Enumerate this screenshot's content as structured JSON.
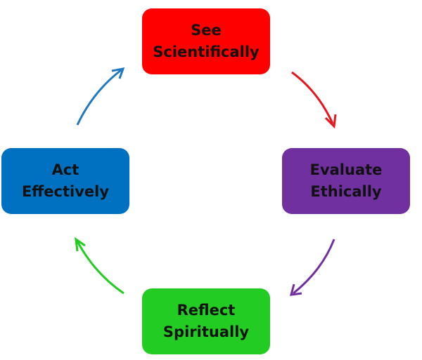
{
  "nodes": [
    {
      "id": "top",
      "label": "See\nScientifically",
      "color": "#ff0000"
    },
    {
      "id": "right",
      "label": "Evaluate\nEthically",
      "color": "#7030a0"
    },
    {
      "id": "bottom",
      "label": "Reflect\nSpiritually",
      "color": "#22cc22"
    },
    {
      "id": "left",
      "label": "Act\nEffectively",
      "color": "#0070c0"
    }
  ],
  "arrows": [
    {
      "from": "See Scientifically",
      "to": "Evaluate Ethically",
      "color": "#e8151d"
    },
    {
      "from": "Evaluate Ethically",
      "to": "Reflect Spiritually",
      "color": "#7030a0"
    },
    {
      "from": "Reflect Spiritually",
      "to": "Act Effectively",
      "color": "#22cc22"
    },
    {
      "from": "Act Effectively",
      "to": "See Scientifically",
      "color": "#1f78c0"
    }
  ]
}
